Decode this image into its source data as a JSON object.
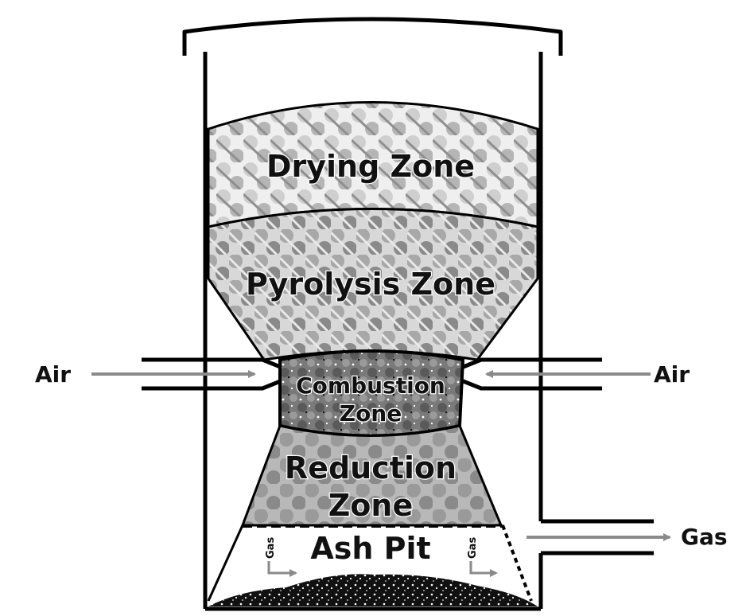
{
  "zones": {
    "drying": "Drying Zone",
    "pyrolysis": "Pyrolysis Zone",
    "combustion_line1": "Combustion",
    "combustion_line2": "Zone",
    "reduction_line1": "Reduction",
    "reduction_line2": "Zone",
    "ash_pit": "Ash Pit"
  },
  "labels": {
    "air_left": "Air",
    "air_right": "Air",
    "gas_outlet": "Gas",
    "gas_small_left": "Gas",
    "gas_small_right": "Gas"
  },
  "colors": {
    "particle_light": "#cfcfcf",
    "particle_mid": "#9a9a9a",
    "particle_dark": "#6a6a6a",
    "arrow": "#8a8a8a"
  }
}
